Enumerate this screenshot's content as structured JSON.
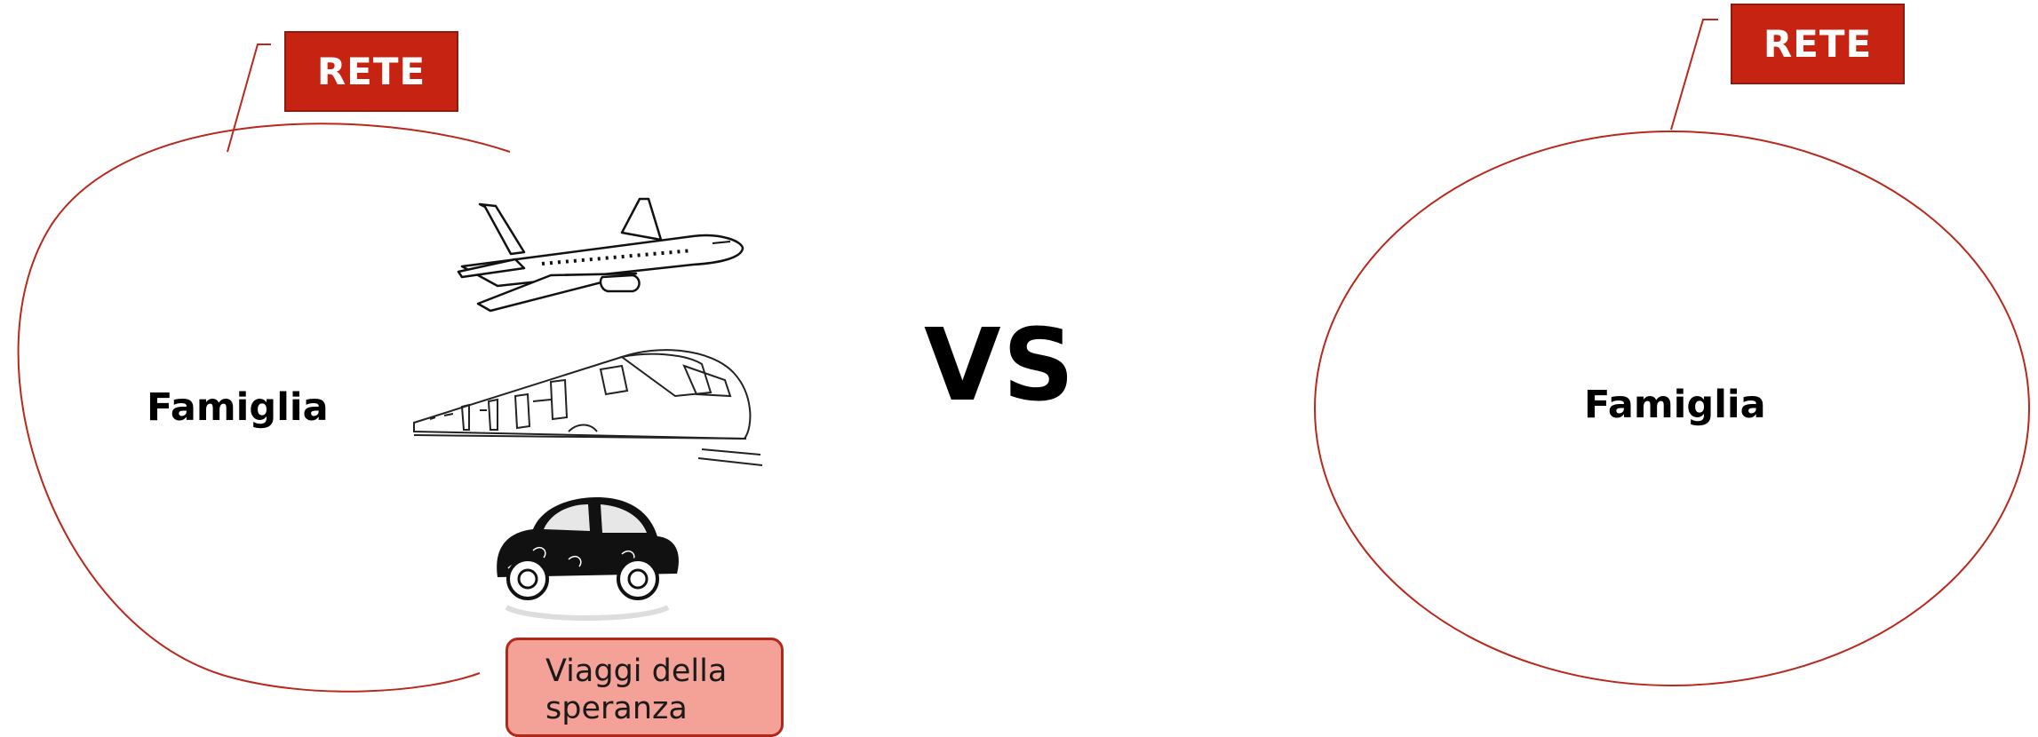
{
  "left_panel": {
    "tag_label": "RETE",
    "center_label": "Famiglia",
    "transport_icons": [
      "airplane-icon",
      "train-icon",
      "car-icon"
    ],
    "caption_lines": [
      "Viaggi della",
      "speranza"
    ]
  },
  "divider_label": "VS",
  "right_panel": {
    "tag_label": "RETE",
    "center_label": "Famiglia"
  },
  "colors": {
    "accent_red": "#c62313",
    "ellipse_stroke": "#b8281c",
    "caption_fill": "#f4a197"
  }
}
